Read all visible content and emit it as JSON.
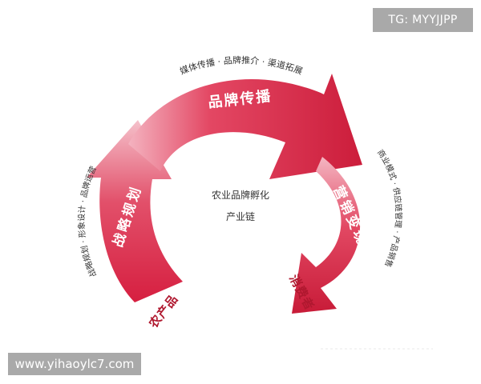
{
  "diagram": {
    "center_lines": [
      "农业品牌孵化",
      "产业链"
    ],
    "arcs": {
      "left": {
        "label": "战略规划",
        "caption": "战略规划 · 形象设计 · 品牌运营"
      },
      "top": {
        "label": "品牌传播",
        "caption": "媒体传播 · 品牌推介 · 渠道拓展"
      },
      "right": {
        "label": "营销变现",
        "caption": "商业模式 · 供应链管理 · 产品销售"
      }
    },
    "ends": {
      "start": "农产品",
      "finish": "消费者"
    },
    "colors": {
      "arrow_dark": "#c81e3a",
      "arrow_light": "#f3a3b2",
      "text_white": "#ffffff"
    }
  },
  "watermarks": {
    "top_right": "TG: MYYJJPP",
    "bottom_left": "www.yihaoylc7.com"
  }
}
